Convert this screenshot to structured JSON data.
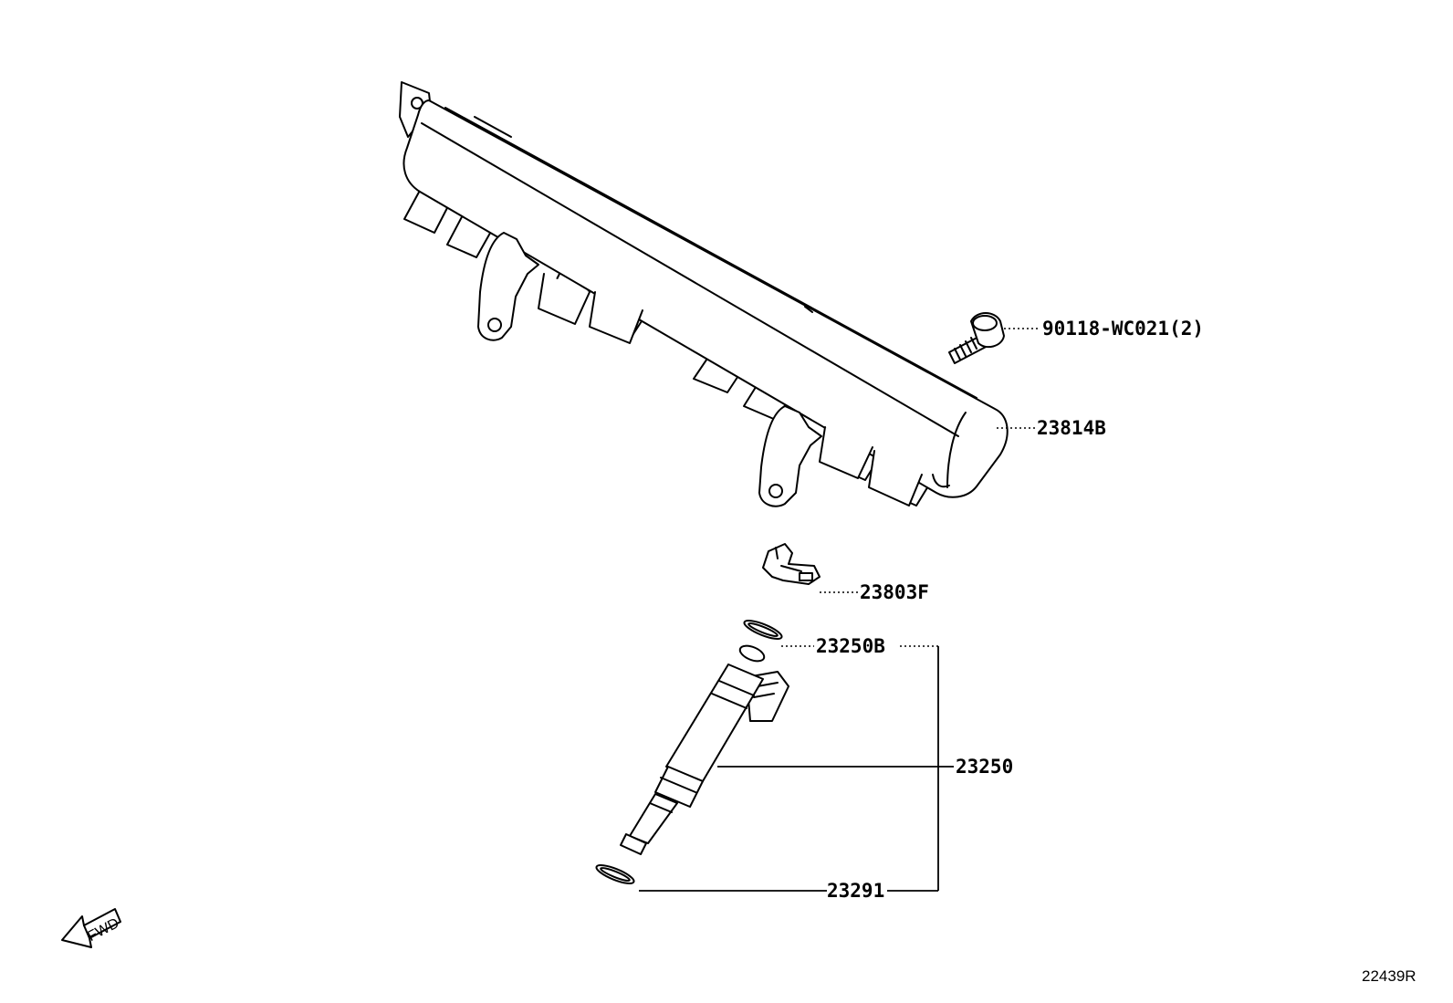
{
  "callouts": {
    "bolt": "90118-WC021(2)",
    "fuel_rail": "23814B",
    "clamp": "23803F",
    "o_ring_upper": "23250B",
    "injector": "23250",
    "o_ring_lower": "23291"
  },
  "direction": {
    "text": "FWD"
  },
  "reference": "22439R",
  "colors": {
    "line": "#000000",
    "background": "#ffffff"
  }
}
